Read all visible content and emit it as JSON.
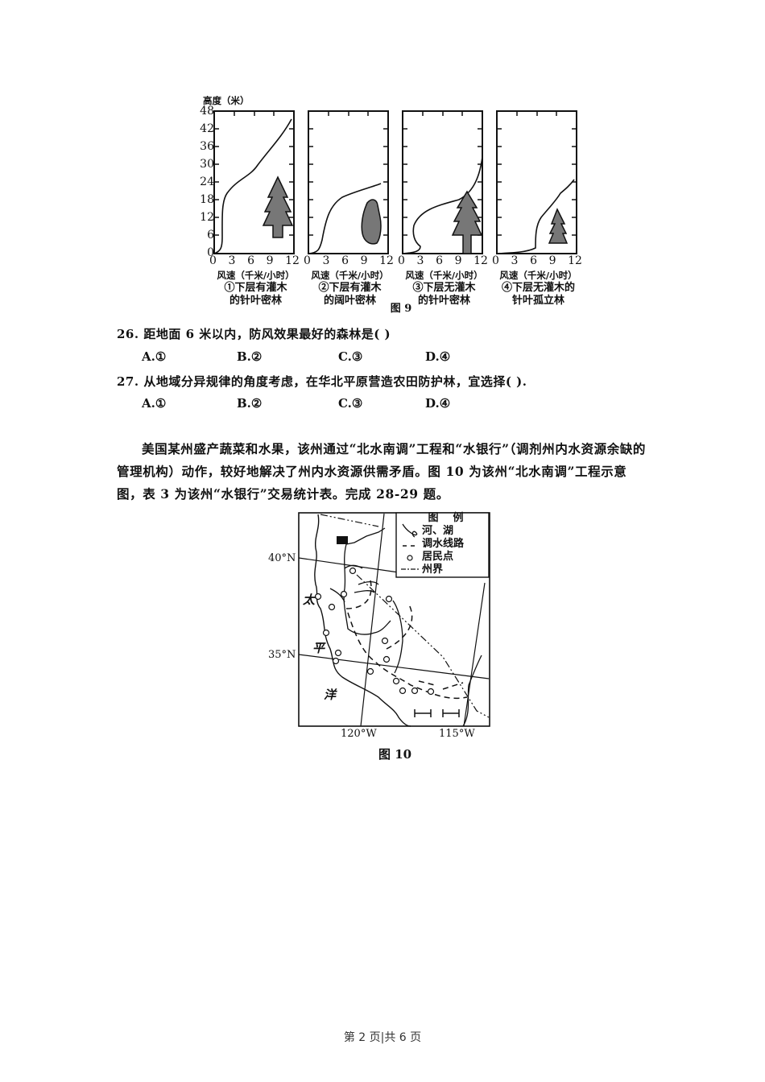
{
  "figure9": {
    "y_axis_title": "高度（米）",
    "y_ticks": [
      "48",
      "42",
      "36",
      "30",
      "24",
      "18",
      "12",
      "6",
      "0"
    ],
    "x_ticks": [
      "0",
      "3",
      "6",
      "9",
      "12"
    ],
    "x_axis_title": "风速（千米/小时）",
    "caption": "图 9",
    "panels": [
      {
        "label_line1": "①下层有灌木",
        "label_line2": "的针叶密林"
      },
      {
        "label_line1": "②下层有灌木",
        "label_line2": "的阔叶密林"
      },
      {
        "label_line1": "③下层无灌木",
        "label_line2": "的针叶密林"
      },
      {
        "label_line1": "④下层无灌木的",
        "label_line2": "针叶孤立林"
      }
    ]
  },
  "chart_data": {
    "type": "line",
    "title": "图 9",
    "xlabel": "风速（千米/小时）",
    "ylabel": "高度（米）",
    "xlim": [
      0,
      12
    ],
    "ylim": [
      0,
      48
    ],
    "x_ticks": [
      0,
      3,
      6,
      9,
      12
    ],
    "y_ticks": [
      0,
      6,
      12,
      18,
      24,
      30,
      36,
      42,
      48
    ],
    "series": [
      {
        "name": "①下层有灌木的针叶密林",
        "points": [
          [
            0,
            0
          ],
          [
            1.2,
            3
          ],
          [
            1.3,
            12
          ],
          [
            1.6,
            18
          ],
          [
            3,
            23
          ],
          [
            5.5,
            28
          ],
          [
            8,
            35
          ],
          [
            11.5,
            46
          ]
        ]
      },
      {
        "name": "②下层有灌木的阔叶密林",
        "points": [
          [
            0,
            0
          ],
          [
            2,
            1
          ],
          [
            2.5,
            5
          ],
          [
            3,
            12
          ],
          [
            5,
            17
          ],
          [
            8,
            20
          ],
          [
            10,
            22
          ]
        ]
      },
      {
        "name": "③下层无灌木的针叶密林",
        "points": [
          [
            0,
            0
          ],
          [
            2.5,
            1
          ],
          [
            2.8,
            3
          ],
          [
            2,
            10
          ],
          [
            4,
            17
          ],
          [
            8,
            22
          ],
          [
            11,
            28
          ],
          [
            12,
            34
          ]
        ]
      },
      {
        "name": "④下层无灌木的针叶孤立林",
        "points": [
          [
            0,
            0
          ],
          [
            5,
            1
          ],
          [
            5.7,
            3
          ],
          [
            6,
            12
          ],
          [
            7.5,
            17
          ],
          [
            9,
            20
          ],
          [
            10.5,
            24
          ]
        ]
      }
    ]
  },
  "questions": [
    {
      "number": "26.",
      "text": "距地面 6 米以内，防风效果最好的森林是(   )",
      "options": [
        "A.①",
        "B.②",
        "C.③",
        "D.④"
      ]
    },
    {
      "number": "27.",
      "text": "从地域分异规律的角度考虑，在华北平原营造农田防护林，宜选择(   ).",
      "options": [
        "A.①",
        "B.②",
        "C.③",
        "D.④"
      ]
    }
  ],
  "passage": "美国某州盛产蔬菜和水果，该州通过“北水南调”工程和“水银行”（调剂州内水资源余缺的管理机构）动作，较好地解决了州内水资源供需矛盾。图 10 为该州“北水南调”工程示意图，表 3 为该州“水银行”交易统计表。完成 28-29 题。",
  "figure10": {
    "caption": "图 10",
    "legend_title": "图    例",
    "legend_items": [
      {
        "icon": "river-lake-icon",
        "label": "河、湖"
      },
      {
        "icon": "dashed-line-icon",
        "label": "调水线路"
      },
      {
        "icon": "circle-icon",
        "label": "居民点"
      },
      {
        "icon": "dash-dot-line-icon",
        "label": "州界"
      }
    ],
    "lat_labels": [
      "40°N",
      "35°N"
    ],
    "lon_labels": [
      "120°W",
      "115°W"
    ],
    "ocean_chars": [
      "太",
      "平",
      "洋"
    ]
  },
  "footer": {
    "page_text": "第 2 页|共 6 页"
  }
}
